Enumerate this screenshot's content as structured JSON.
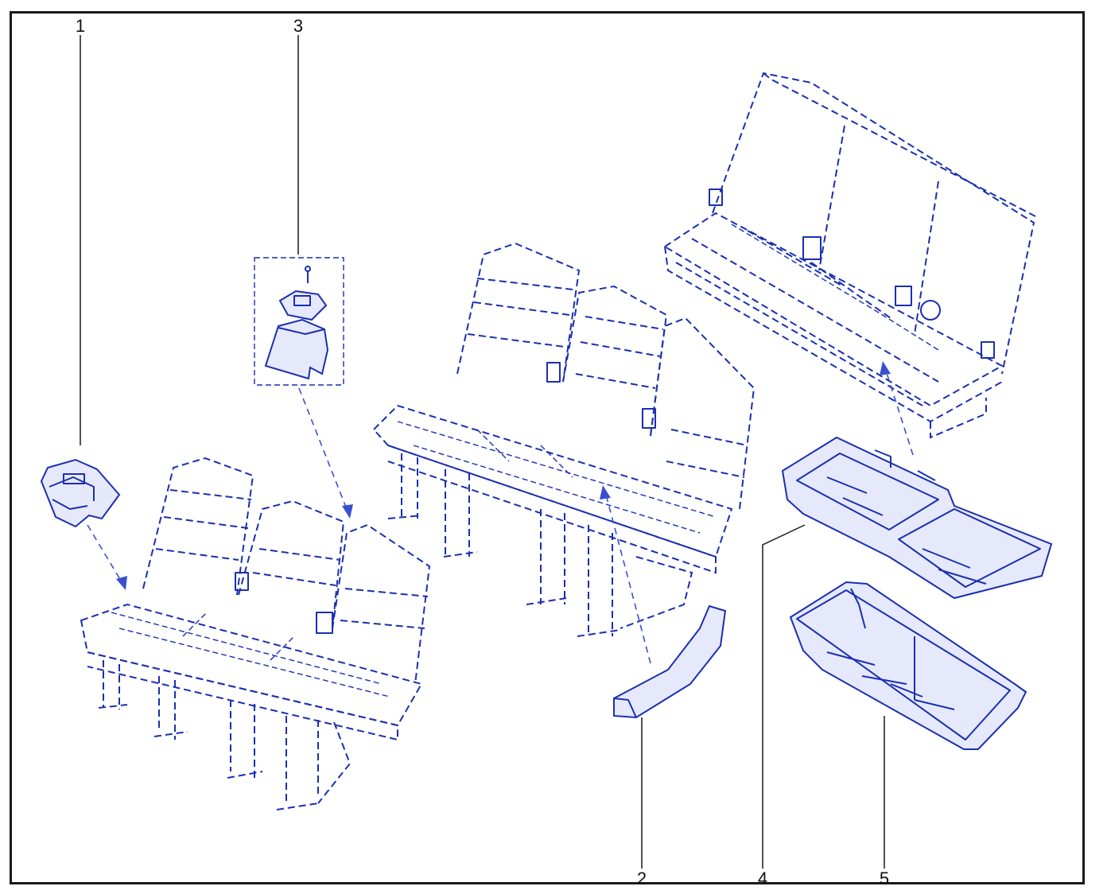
{
  "diagram": {
    "callouts": [
      {
        "id": "1",
        "label": "1"
      },
      {
        "id": "2",
        "label": "2"
      },
      {
        "id": "3",
        "label": "3"
      },
      {
        "id": "4",
        "label": "4"
      },
      {
        "id": "5",
        "label": "5"
      }
    ],
    "colors": {
      "line": "#1a2fb0",
      "fill": "#e6e9fb",
      "frame": "#1a1a1a"
    }
  }
}
